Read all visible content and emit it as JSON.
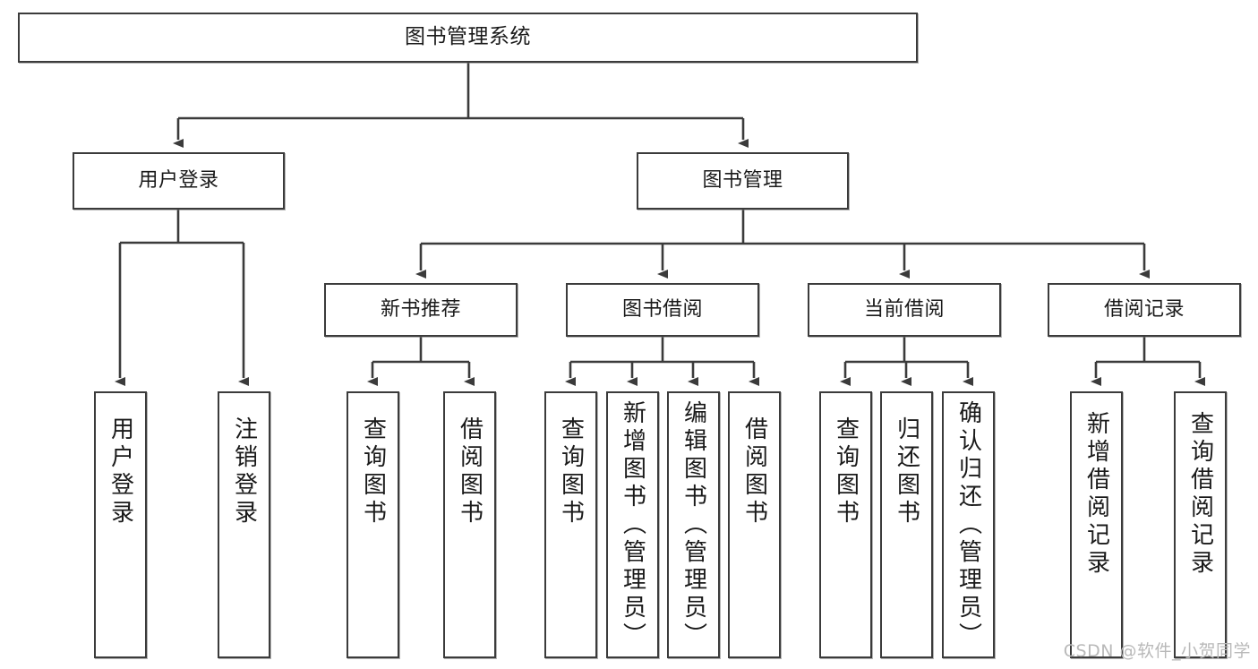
{
  "diagram": {
    "type": "tree",
    "title": "图书管理系统",
    "watermark": "CSDN @软件_小贺同学",
    "colors": {
      "border": "#3b3b3b",
      "background": "#ffffff",
      "text": "#1a1a1a",
      "watermark": "#b9b9b9"
    },
    "nodes": {
      "root": {
        "label": "图书管理系统",
        "level": 1,
        "orientation": "horizontal"
      },
      "l2": [
        {
          "id": "user-login",
          "label": "用户登录",
          "level": 2,
          "orientation": "horizontal"
        },
        {
          "id": "book-management",
          "label": "图书管理",
          "level": 2,
          "orientation": "horizontal"
        }
      ],
      "l3": [
        {
          "id": "new-book-recommend",
          "label": "新书推荐",
          "level": 3,
          "orientation": "horizontal"
        },
        {
          "id": "book-borrow",
          "label": "图书借阅",
          "level": 3,
          "orientation": "horizontal"
        },
        {
          "id": "current-borrow",
          "label": "当前借阅",
          "level": 3,
          "orientation": "horizontal"
        },
        {
          "id": "borrow-record",
          "label": "借阅记录",
          "level": 3,
          "orientation": "horizontal"
        }
      ],
      "leaves": [
        {
          "id": "leaf-user-login",
          "label": "用户登录",
          "parent": "user-login",
          "orientation": "vertical"
        },
        {
          "id": "leaf-user-logout",
          "label": "注销登录",
          "parent": "user-login",
          "orientation": "vertical"
        },
        {
          "id": "leaf-query-book-1",
          "label": "查询图书",
          "parent": "new-book-recommend",
          "orientation": "vertical"
        },
        {
          "id": "leaf-borrow-book-1",
          "label": "借阅图书",
          "parent": "new-book-recommend",
          "orientation": "vertical"
        },
        {
          "id": "leaf-query-book-2",
          "label": "查询图书",
          "parent": "book-borrow",
          "orientation": "vertical"
        },
        {
          "id": "leaf-add-book",
          "label": "新增图书（管理员）",
          "parent": "book-borrow",
          "orientation": "vertical"
        },
        {
          "id": "leaf-edit-book",
          "label": "编辑图书（管理员）",
          "parent": "book-borrow",
          "orientation": "vertical"
        },
        {
          "id": "leaf-borrow-book-2",
          "label": "借阅图书",
          "parent": "book-borrow",
          "orientation": "vertical"
        },
        {
          "id": "leaf-query-book-3",
          "label": "查询图书",
          "parent": "current-borrow",
          "orientation": "vertical"
        },
        {
          "id": "leaf-return-book",
          "label": "归还图书",
          "parent": "current-borrow",
          "orientation": "vertical"
        },
        {
          "id": "leaf-confirm-return",
          "label": "确认归还（管理员）",
          "parent": "current-borrow",
          "orientation": "vertical"
        },
        {
          "id": "leaf-add-record",
          "label": "新增借阅记录",
          "parent": "borrow-record",
          "orientation": "vertical"
        },
        {
          "id": "leaf-query-record",
          "label": "查询借阅记录",
          "parent": "borrow-record",
          "orientation": "vertical"
        }
      ]
    }
  }
}
